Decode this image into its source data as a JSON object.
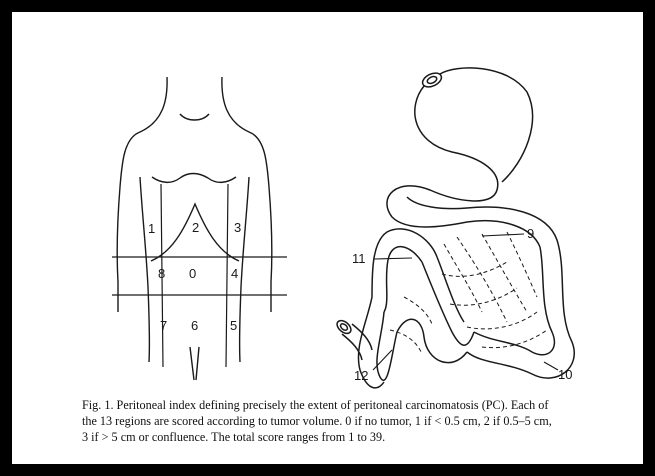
{
  "figure": {
    "abdomen_regions": [
      "1",
      "2",
      "3",
      "8",
      "0",
      "4",
      "7",
      "6",
      "5"
    ],
    "small_bowel_regions": [
      "9",
      "10",
      "11",
      "12"
    ]
  },
  "caption": {
    "lines": [
      "Fig. 1. Peritoneal index defining precisely the extent of peritoneal carcinomatosis (PC). Each of",
      "the 13 regions are scored according to tumor volume. 0 if no tumor, 1 if < 0.5 cm, 2 if 0.5–5 cm,",
      "3 if > 5 cm or confluence. The total score ranges from 1 to 39."
    ]
  }
}
